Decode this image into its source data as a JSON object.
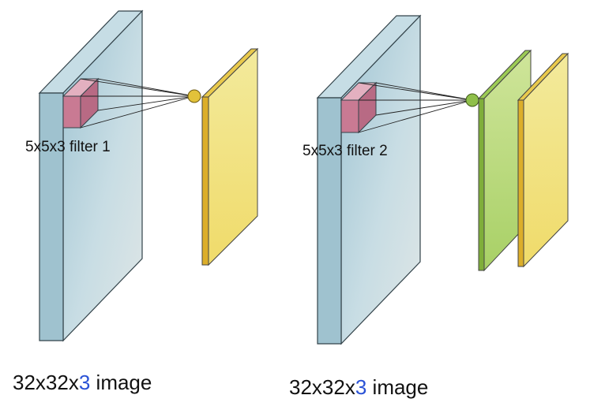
{
  "colors": {
    "volume_face": "#a9cbd8",
    "volume_side": "#7fa6b6",
    "volume_top": "#c9dfe7",
    "filter_face": "#c97a93",
    "filter_side": "#a35a72",
    "filter_top": "#e0a5b8",
    "activation_yellow": "#f1e48a",
    "activation_yellow_edge": "#dcae2a",
    "activation_green": "#b9db78",
    "activation_green_edge": "#7fae3a",
    "highlight_blue": "#2a52d6"
  },
  "panels": [
    {
      "filter_label": "5x5x3 filter 1",
      "caption": {
        "prefix": "32x32x",
        "highlight": "3",
        "suffix": " image"
      }
    },
    {
      "filter_label": "5x5x3 filter 2",
      "caption": {
        "prefix": "32x32x",
        "highlight": "3",
        "suffix": " image"
      }
    }
  ]
}
